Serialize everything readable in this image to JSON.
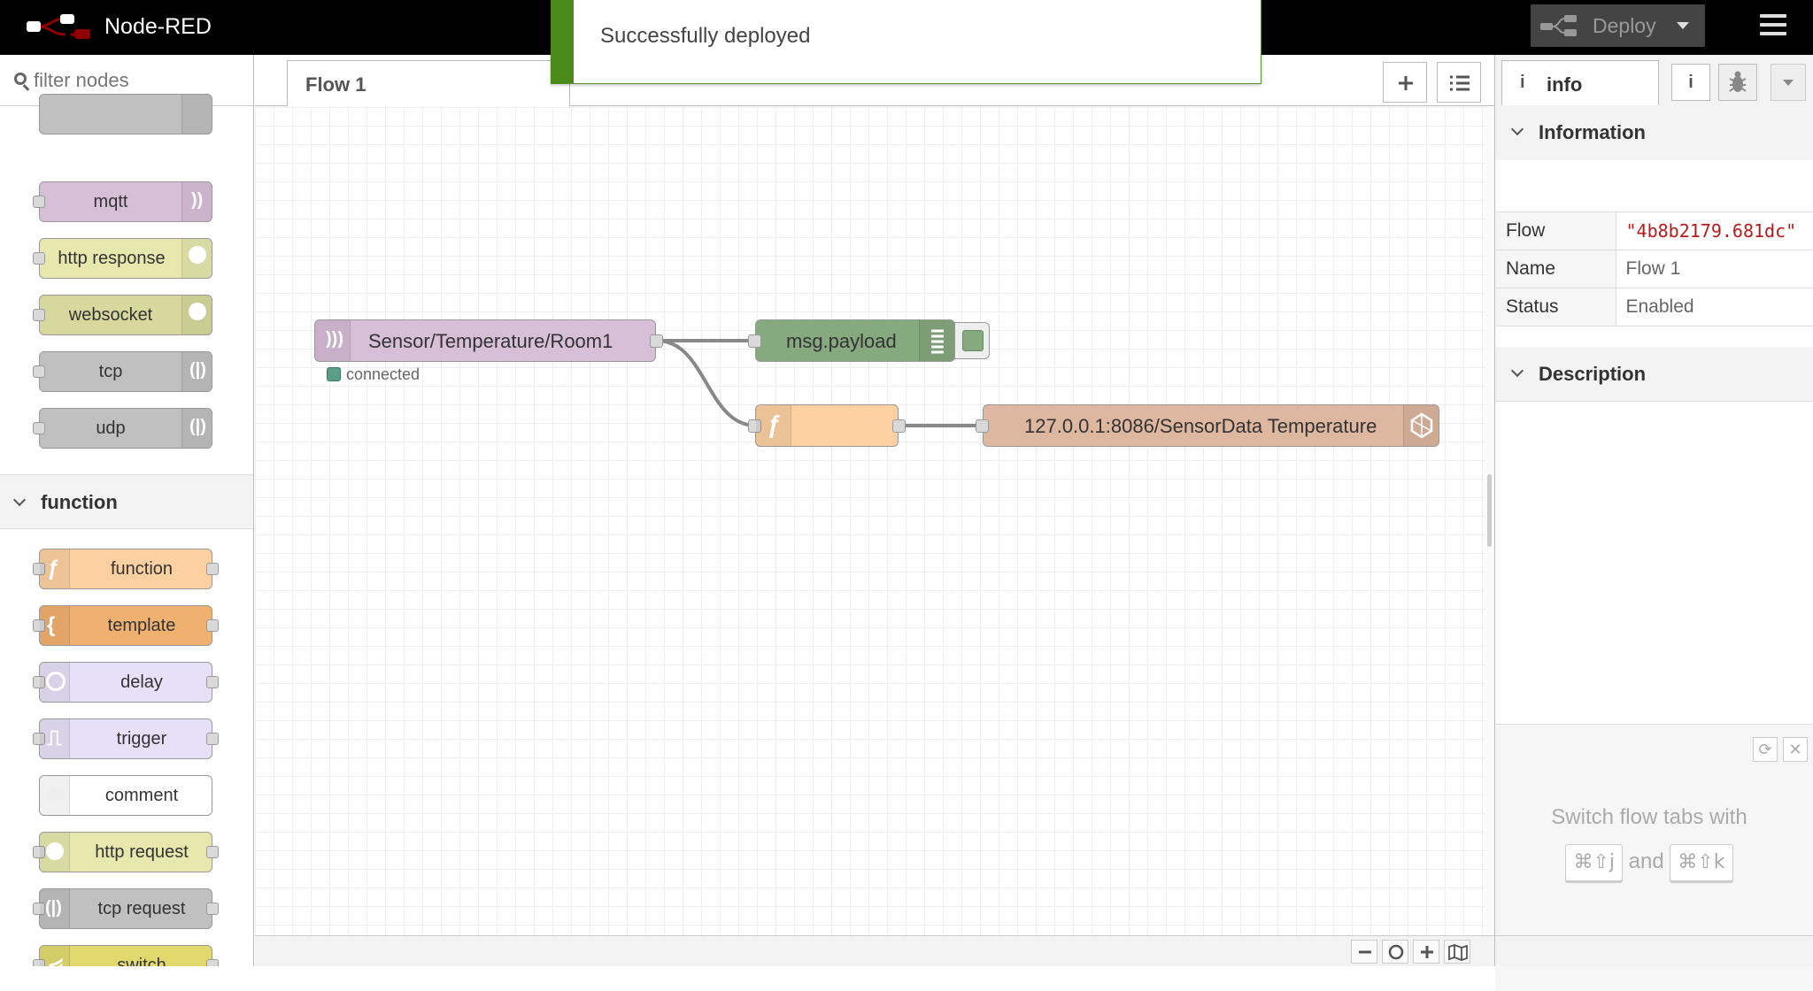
{
  "app": {
    "title": "Node-RED"
  },
  "header": {
    "deploy_label": "Deploy"
  },
  "notification": {
    "text": "Successfully deployed"
  },
  "palette": {
    "search_placeholder": "filter nodes",
    "network_nodes": [
      "mqtt",
      "http response",
      "websocket",
      "tcp",
      "udp"
    ],
    "category_function": "function",
    "function_nodes": [
      "function",
      "template",
      "delay",
      "trigger",
      "comment",
      "http request",
      "tcp request",
      "switch"
    ]
  },
  "workspace": {
    "tab": "Flow 1",
    "nodes": {
      "mqtt_in": "Sensor/Temperature/Room1",
      "mqtt_status": "connected",
      "debug": "msg.payload",
      "function": "",
      "influx": "127.0.0.1:8086/SensorData Temperature"
    }
  },
  "sidebar": {
    "tab_info": "info",
    "section_information": "Information",
    "section_description": "Description",
    "info": [
      {
        "key": "Flow",
        "value": "\"4b8b2179.681dc\""
      },
      {
        "key": "Name",
        "value": "Flow 1"
      },
      {
        "key": "Status",
        "value": "Enabled"
      }
    ],
    "tip": {
      "prefix": "Switch flow tabs with",
      "key1": "⌘⇧j",
      "and": "and",
      "key2": "⌘⇧k"
    }
  },
  "colors": {
    "mqtt": "#d8bfd8",
    "http": "#e7e7ae",
    "tcp": "#c0c0c0",
    "function": "#fdd0a2",
    "template": "#f0b070",
    "delay": "#e6e0f8",
    "switch": "#e2d96e",
    "debug": "#87a980",
    "influx": "#deb7a0",
    "deploy_notice": "#4c8a1b"
  }
}
